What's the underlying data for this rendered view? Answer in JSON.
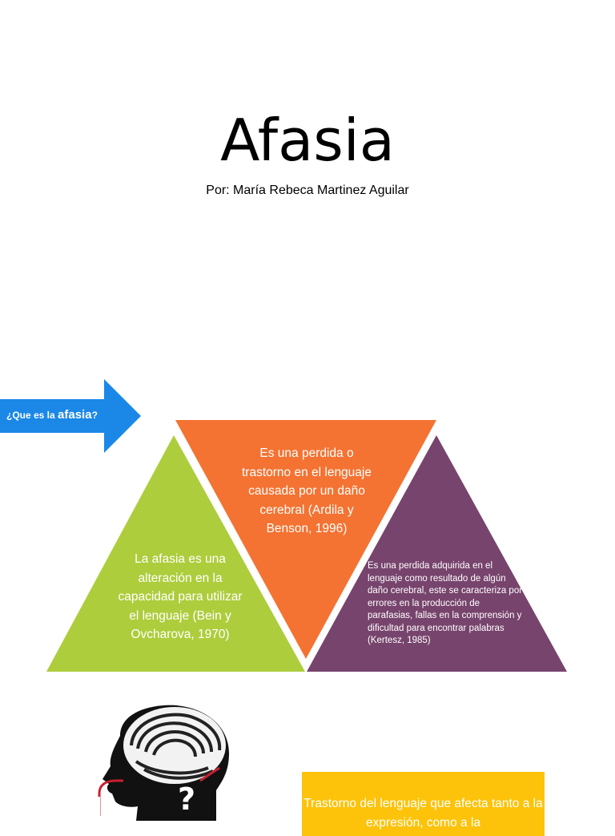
{
  "slide": {
    "title": "Afasia",
    "subtitle": "Por: María Rebeca Martinez Aguilar"
  },
  "arrow": {
    "label_prefix": "¿Que es la ",
    "label_emphasis": "afasia",
    "label_suffix": "?",
    "color": "#1b87e6"
  },
  "triangles": {
    "green": {
      "color": "#aecd3c",
      "text": "La afasia es una alteración en la capacidad para utilizar el lenguaje (Bein y Ovcharova, 1970)"
    },
    "orange": {
      "color": "#f47332",
      "text": "Es una perdida o trastorno en el lenguaje causada por un daño cerebral (Ardila y Benson, 1996)"
    },
    "purple": {
      "color": "#77446d",
      "text": "Es una perdida adquirida en el lenguaje como resultado de algún daño cerebral, este se caracteriza por errores en la producción de parafasias, fallas en la comprensión y dificultad para encontrar palabras (Kertesz, 1985)"
    }
  },
  "illustration": {
    "icon": "brain-maze-head-icon"
  },
  "yellow_box": {
    "color": "#fcc30a",
    "text": "Trastorno del lenguaje que afecta tanto a la expresión, como a la"
  }
}
